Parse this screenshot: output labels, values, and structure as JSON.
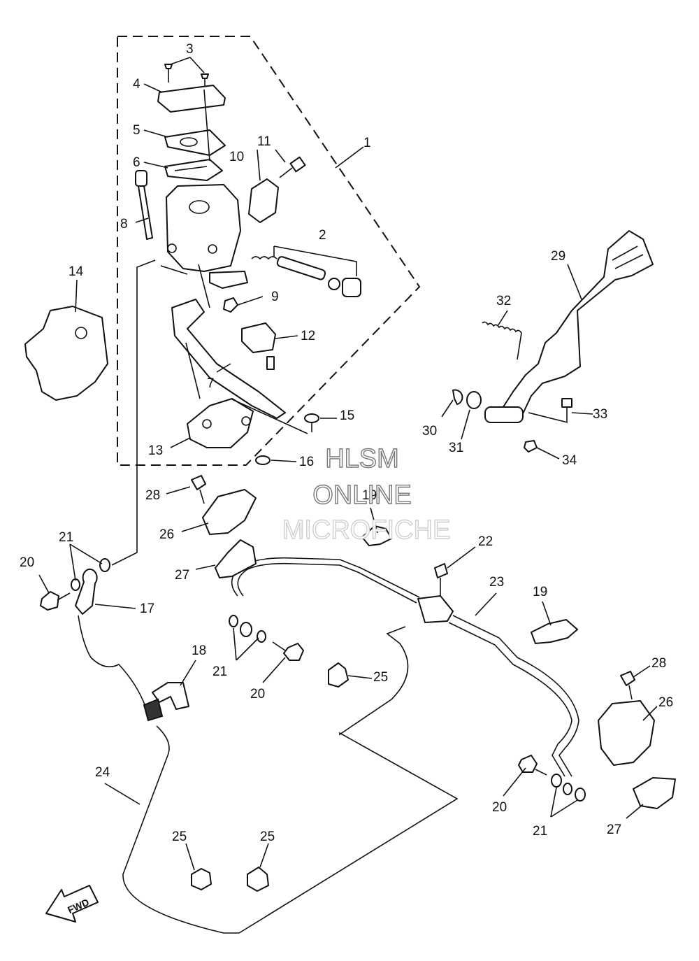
{
  "diagram": {
    "callouts": [
      {
        "id": "1",
        "label": "1"
      },
      {
        "id": "2",
        "label": "2"
      },
      {
        "id": "3",
        "label": "3"
      },
      {
        "id": "4",
        "label": "4"
      },
      {
        "id": "5",
        "label": "5"
      },
      {
        "id": "6",
        "label": "6"
      },
      {
        "id": "7",
        "label": "7"
      },
      {
        "id": "8",
        "label": "8"
      },
      {
        "id": "9",
        "label": "9"
      },
      {
        "id": "10",
        "label": "10"
      },
      {
        "id": "11",
        "label": "11"
      },
      {
        "id": "12",
        "label": "12"
      },
      {
        "id": "13",
        "label": "13"
      },
      {
        "id": "14",
        "label": "14"
      },
      {
        "id": "15",
        "label": "15"
      },
      {
        "id": "16",
        "label": "16"
      },
      {
        "id": "17",
        "label": "17"
      },
      {
        "id": "18",
        "label": "18"
      },
      {
        "id": "19a",
        "label": "19"
      },
      {
        "id": "19b",
        "label": "19"
      },
      {
        "id": "20a",
        "label": "20"
      },
      {
        "id": "20b",
        "label": "20"
      },
      {
        "id": "20c",
        "label": "20"
      },
      {
        "id": "21a",
        "label": "21"
      },
      {
        "id": "21b",
        "label": "21"
      },
      {
        "id": "21c",
        "label": "21"
      },
      {
        "id": "22",
        "label": "22"
      },
      {
        "id": "23",
        "label": "23"
      },
      {
        "id": "24",
        "label": "24"
      },
      {
        "id": "25a",
        "label": "25"
      },
      {
        "id": "25b",
        "label": "25"
      },
      {
        "id": "25c",
        "label": "25"
      },
      {
        "id": "26a",
        "label": "26"
      },
      {
        "id": "26b",
        "label": "26"
      },
      {
        "id": "27a",
        "label": "27"
      },
      {
        "id": "27b",
        "label": "27"
      },
      {
        "id": "28a",
        "label": "28"
      },
      {
        "id": "28b",
        "label": "28"
      },
      {
        "id": "29",
        "label": "29"
      },
      {
        "id": "30",
        "label": "30"
      },
      {
        "id": "31",
        "label": "31"
      },
      {
        "id": "32",
        "label": "32"
      },
      {
        "id": "33",
        "label": "33"
      },
      {
        "id": "34",
        "label": "34"
      }
    ],
    "fwd_label": "FWD",
    "watermark": {
      "line1": "HLSM",
      "line2": "ONLINE",
      "line3": "MICROFICHE"
    },
    "colors": {
      "ink": "#111111",
      "watermark_stroke": "#777777",
      "watermark_light": "#cfcfcf"
    }
  }
}
